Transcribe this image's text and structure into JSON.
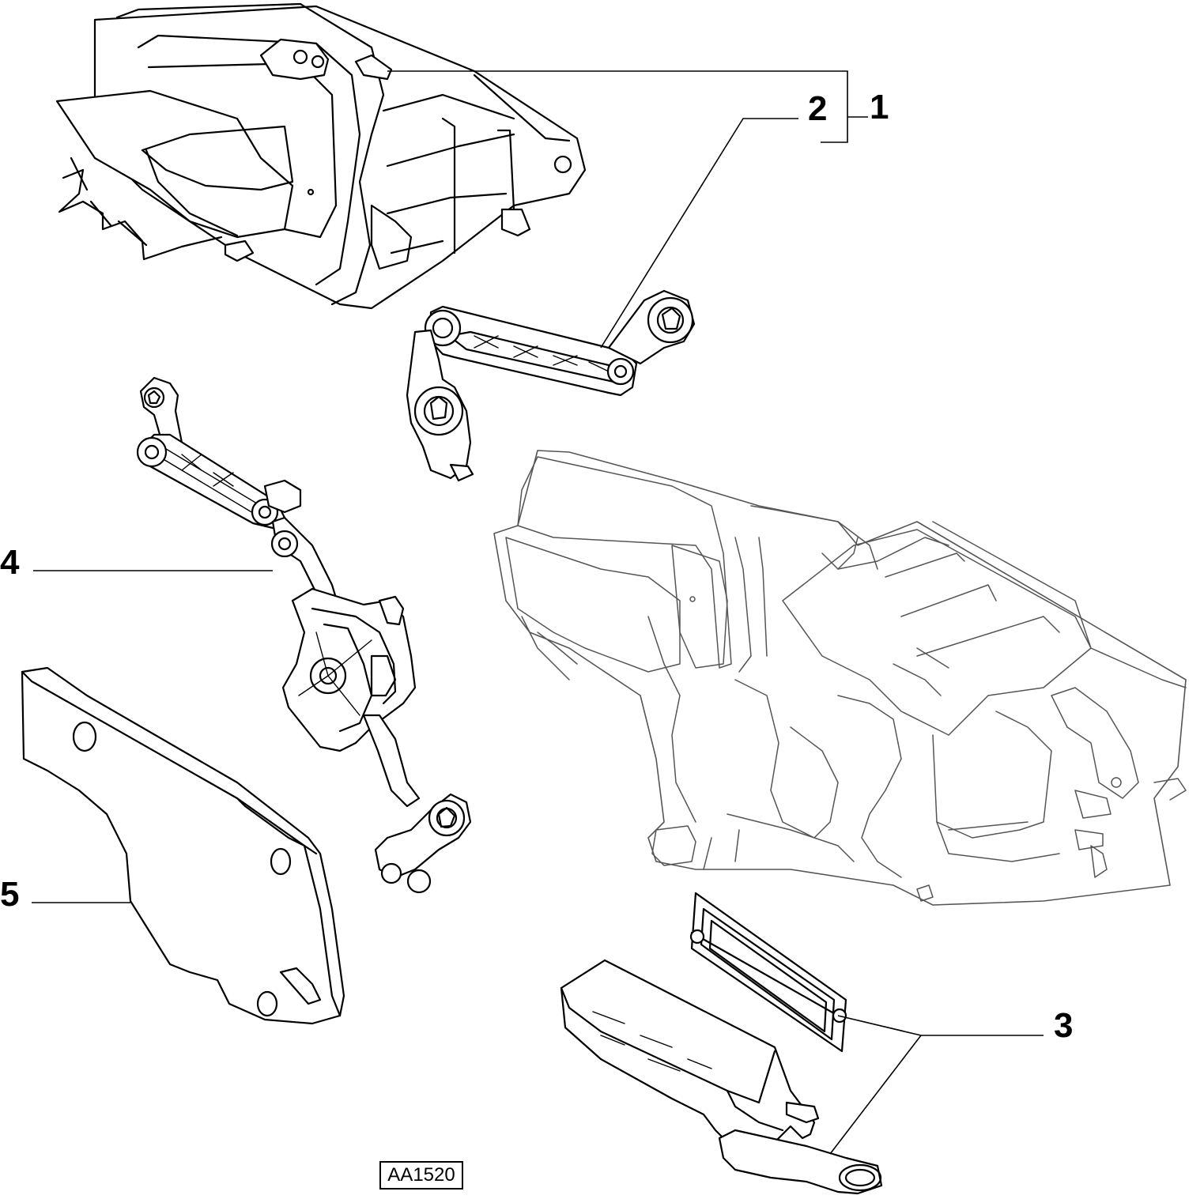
{
  "callouts": {
    "c1": "1",
    "c2": "2",
    "c3": "3",
    "c4": "4",
    "c5": "5"
  },
  "reference_code": "AA1520",
  "colors": {
    "line": "#000000",
    "context_part": "#555555",
    "background": "#ffffff"
  }
}
